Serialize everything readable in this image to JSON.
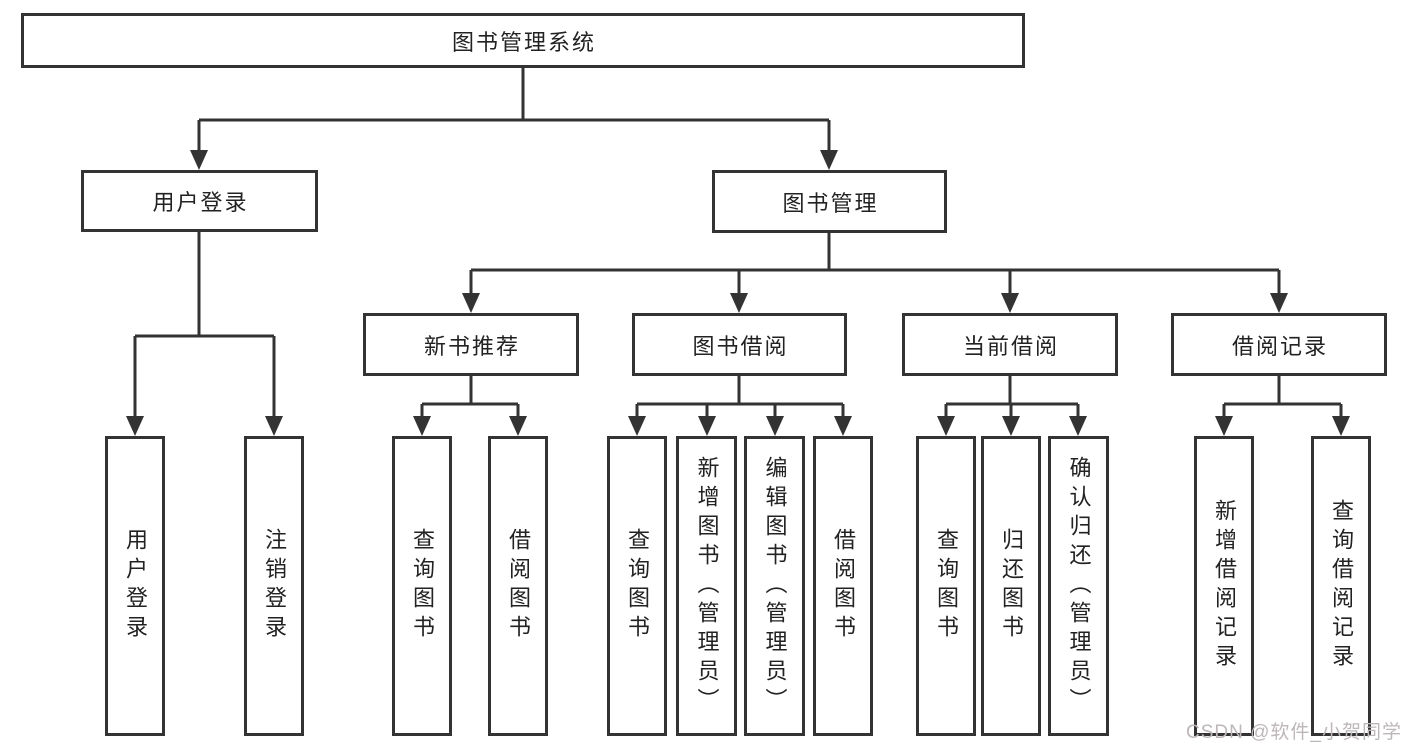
{
  "diagram": {
    "type": "hierarchy-tree",
    "colors": {
      "line": "#333333",
      "box_border": "#333333",
      "text": "#222222",
      "background": "#ffffff",
      "watermark": "#bdb7b8"
    }
  },
  "nodes": {
    "root": {
      "label": "图书管理系统"
    },
    "level2": {
      "user_login": {
        "label": "用户登录"
      },
      "book_management": {
        "label": "图书管理"
      }
    },
    "level3": {
      "new_book_recommend": {
        "label": "新书推荐"
      },
      "book_borrow": {
        "label": "图书借阅"
      },
      "current_borrow": {
        "label": "当前借阅"
      },
      "borrow_record": {
        "label": "借阅记录"
      }
    },
    "leaves": {
      "user_login_leaf": {
        "label": "用户登录"
      },
      "logout_leaf": {
        "label": "注销登录"
      },
      "recommend_query_book": {
        "label": "查询图书"
      },
      "recommend_borrow_book": {
        "label": "借阅图书"
      },
      "borrow_query_book": {
        "label": "查询图书"
      },
      "borrow_add_book": {
        "label": "新增图书（管理员）"
      },
      "borrow_edit_book": {
        "label": "编辑图书（管理员）"
      },
      "borrow_borrow_book": {
        "label": "借阅图书"
      },
      "current_query_book": {
        "label": "查询图书"
      },
      "current_return_book": {
        "label": "归还图书"
      },
      "current_confirm_return": {
        "label": "确认归还（管理员）"
      },
      "record_add_record": {
        "label": "新增借阅记录"
      },
      "record_query_record": {
        "label": "查询借阅记录"
      }
    }
  },
  "watermark": {
    "text": "CSDN @软件_小贺同学"
  }
}
